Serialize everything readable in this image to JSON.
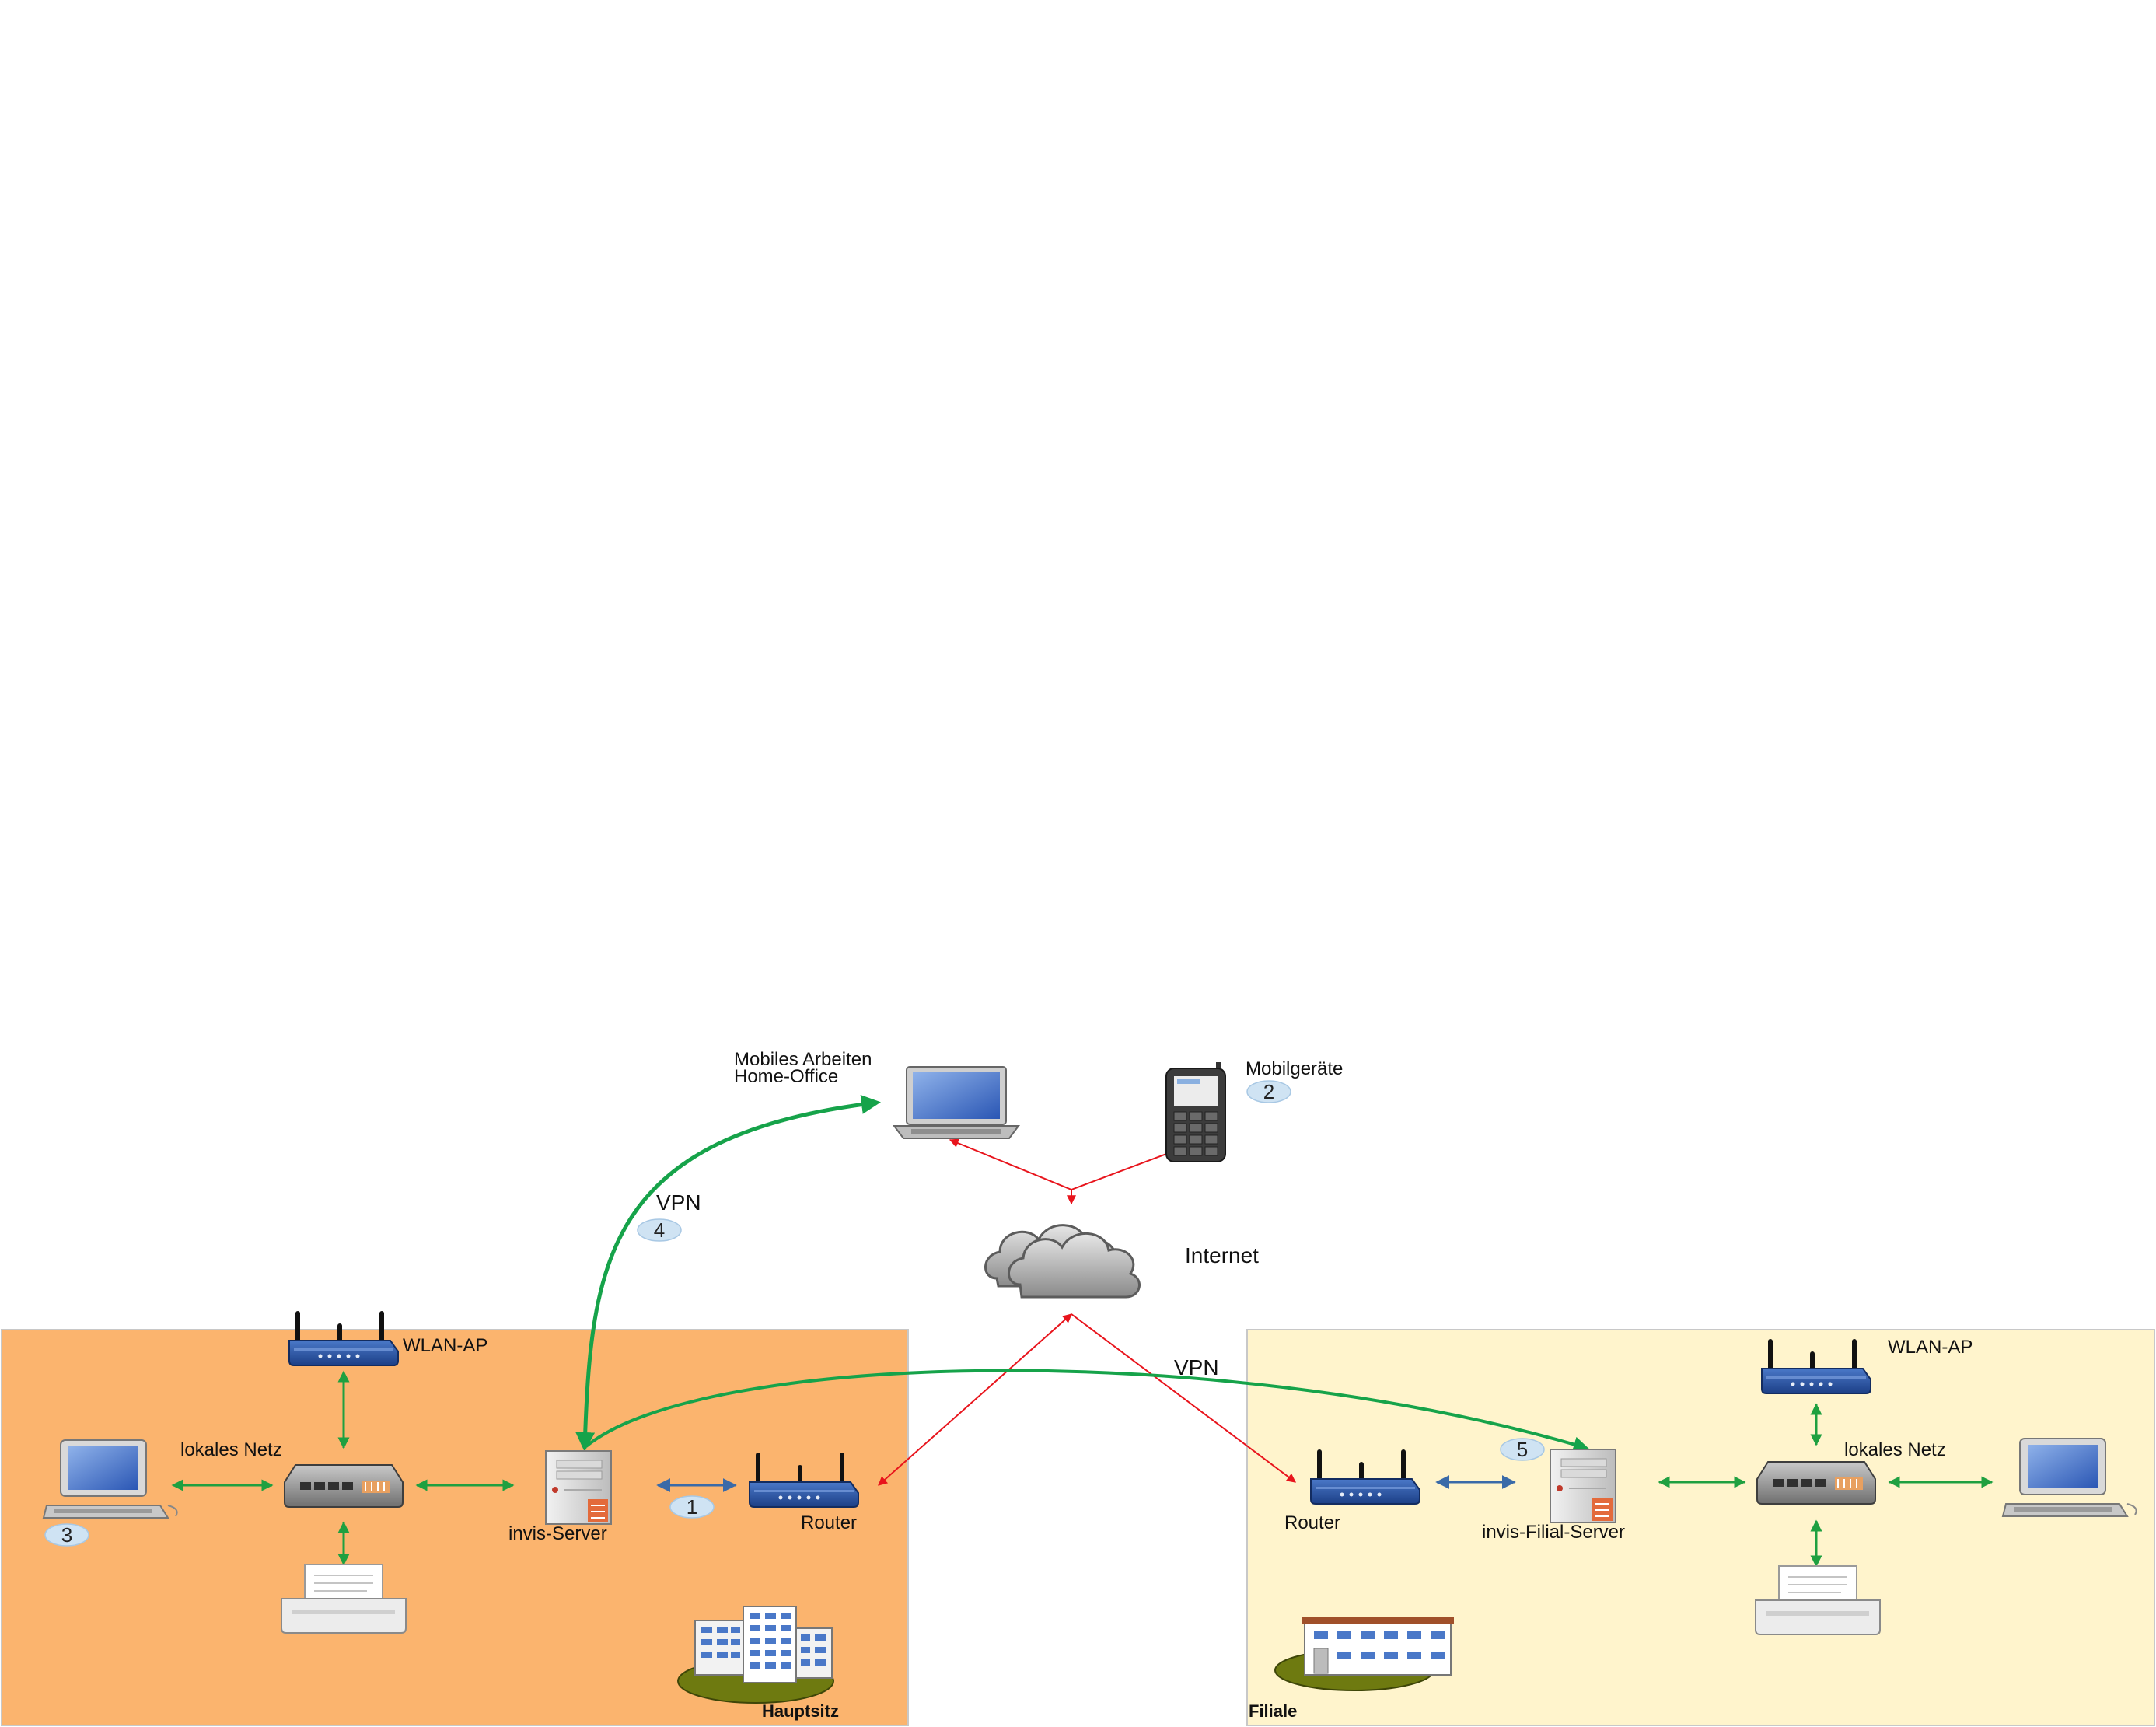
{
  "mobile": {
    "line1": "Mobiles Arbeiten",
    "line2": "Home-Office",
    "devices_label": "Mobilgeräte",
    "devices_badge": "2"
  },
  "internet": {
    "label": "Internet"
  },
  "vpn": {
    "left_label": "VPN",
    "left_badge": "4",
    "right_label": "VPN"
  },
  "hq": {
    "name": "Hauptsitz",
    "wlan_label": "WLAN-AP",
    "lan_label": "lokales Netz",
    "workstation_badge": "3",
    "server_label": "invis-Server",
    "link_badge": "1",
    "router_label": "Router"
  },
  "branch": {
    "name": "Filiale",
    "wlan_label": "WLAN-AP",
    "lan_label": "lokales Netz",
    "router_label": "Router",
    "server_label": "invis-Filial-Server",
    "server_badge": "5"
  },
  "colors": {
    "hq_bg": "#fbb46e",
    "branch_bg": "#fff4cc",
    "internet_link": "#e8141c",
    "vpn_link": "#16a34a",
    "lan_link": "#1fa040",
    "server_router_link": "#3a6aa8",
    "badge_fill": "#cfe3f3"
  }
}
